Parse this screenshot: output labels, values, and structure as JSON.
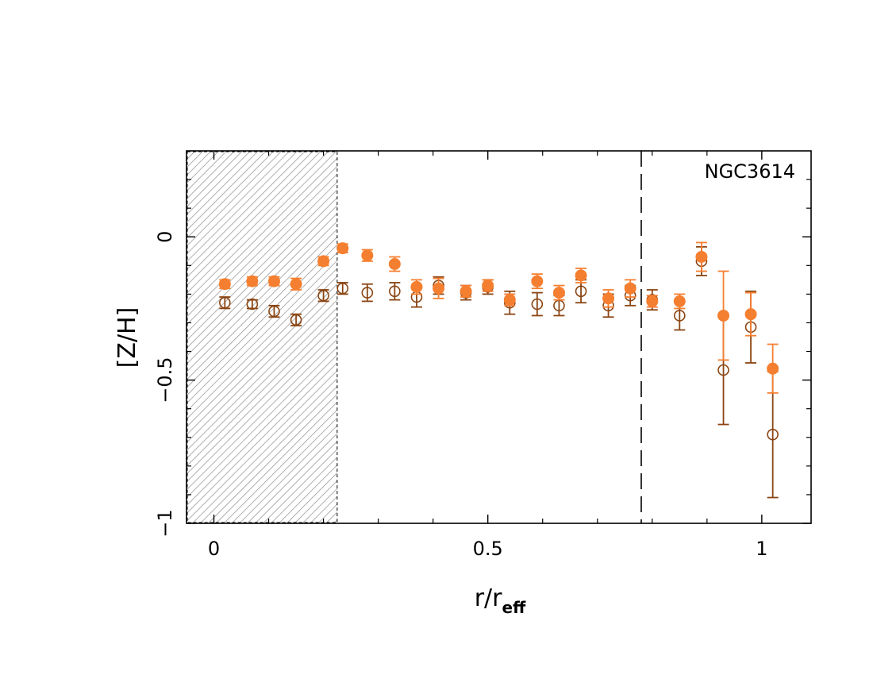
{
  "chart_data": {
    "type": "scatter",
    "title": "",
    "annotation": "NGC3614",
    "xlabel": "r/r",
    "xlabel_sub": "eff",
    "ylabel": "[Z/H]",
    "xlim": [
      -0.05,
      1.09
    ],
    "ylim": [
      -1.0,
      0.3
    ],
    "x_ticks": [
      "0",
      "0.5",
      "1"
    ],
    "y_ticks": [
      "0",
      "−0.5",
      "−1"
    ],
    "x_major_ticks": [
      0,
      0.5,
      1
    ],
    "x_minor_step": 0.1,
    "y_major_ticks": [
      0,
      -0.5,
      -1
    ],
    "y_minor_step": 0.1,
    "grid": false,
    "shaded_region": {
      "x0": -0.05,
      "x1": 0.225
    },
    "vline_x": 0.78,
    "colors": {
      "filled": "#f57f30",
      "open": "#8b4513",
      "hatch": "#9a9a9a"
    },
    "series": [
      {
        "marker": "filled",
        "x": [
          0.02,
          0.07,
          0.11,
          0.15,
          0.2,
          0.235,
          0.28,
          0.33,
          0.37,
          0.41,
          0.46,
          0.5,
          0.54,
          0.59,
          0.63,
          0.67,
          0.72,
          0.76,
          0.8,
          0.85,
          0.89,
          0.93,
          0.98,
          1.02
        ],
        "y": [
          -0.165,
          -0.155,
          -0.155,
          -0.165,
          -0.085,
          -0.04,
          -0.065,
          -0.095,
          -0.175,
          -0.18,
          -0.19,
          -0.17,
          -0.22,
          -0.155,
          -0.195,
          -0.135,
          -0.215,
          -0.18,
          -0.225,
          -0.225,
          -0.07,
          -0.275,
          -0.27,
          -0.46
        ],
        "err": [
          0.015,
          0.015,
          0.015,
          0.02,
          0.015,
          0.015,
          0.02,
          0.025,
          0.025,
          0.035,
          0.02,
          0.02,
          0.02,
          0.025,
          0.025,
          0.025,
          0.03,
          0.03,
          0.02,
          0.025,
          0.05,
          0.155,
          0.075,
          0.085
        ]
      },
      {
        "marker": "open",
        "x": [
          0.02,
          0.07,
          0.11,
          0.15,
          0.2,
          0.235,
          0.28,
          0.33,
          0.37,
          0.41,
          0.46,
          0.5,
          0.54,
          0.59,
          0.63,
          0.67,
          0.72,
          0.76,
          0.8,
          0.85,
          0.89,
          0.93,
          0.98,
          1.02
        ],
        "y": [
          -0.23,
          -0.235,
          -0.26,
          -0.29,
          -0.205,
          -0.18,
          -0.195,
          -0.19,
          -0.21,
          -0.17,
          -0.195,
          -0.175,
          -0.23,
          -0.235,
          -0.24,
          -0.19,
          -0.24,
          -0.205,
          -0.22,
          -0.275,
          -0.085,
          -0.465,
          -0.315,
          -0.69
        ],
        "err": [
          0.02,
          0.015,
          0.02,
          0.02,
          0.02,
          0.02,
          0.03,
          0.03,
          0.035,
          0.03,
          0.025,
          0.025,
          0.04,
          0.04,
          0.035,
          0.04,
          0.04,
          0.035,
          0.035,
          0.05,
          0.05,
          0.19,
          0.125,
          0.22
        ]
      }
    ]
  }
}
